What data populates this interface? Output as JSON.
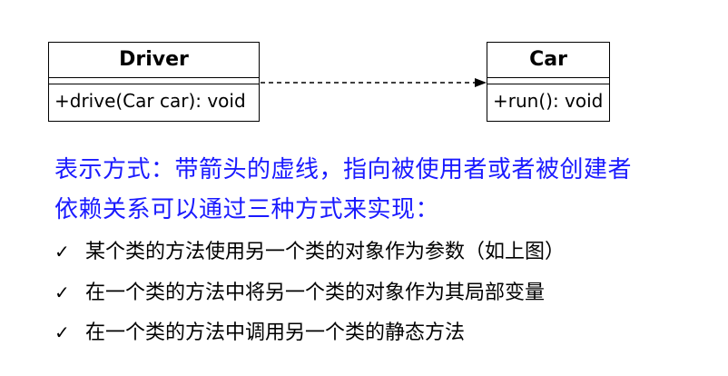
{
  "diagram": {
    "classes": [
      {
        "name": "Driver",
        "method": "+drive(Car car): void"
      },
      {
        "name": "Car",
        "method": "+run(): void"
      }
    ],
    "relationship": {
      "type": "dependency",
      "from": "Driver",
      "to": "Car",
      "style": "dashed-arrow"
    }
  },
  "text": {
    "headline_1": "表示方式：带箭头的虚线，指向被使用者或者被创建者",
    "headline_2": "依赖关系可以通过三种方式来实现：",
    "bullets": [
      "某个类的方法使用另一个类的对象作为参数（如上图）",
      "在一个类的方法中将另一个类的对象作为其局部变量",
      "在一个类的方法中调用另一个类的静态方法"
    ],
    "check_glyph": "✓"
  },
  "colors": {
    "headline": "#1a1aff",
    "body_text": "#000000",
    "lines": "#000000"
  }
}
